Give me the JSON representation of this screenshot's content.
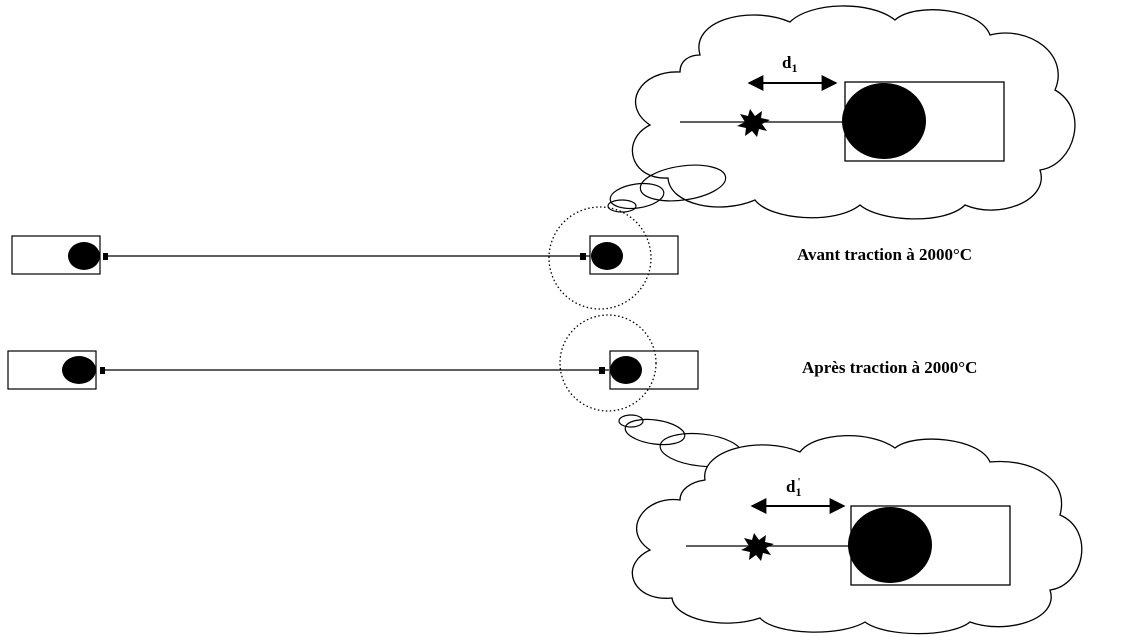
{
  "labels": {
    "before": "Avant traction à 2000°C",
    "after": "Après traction à 2000°C"
  },
  "distance": {
    "before": {
      "symbol": "d",
      "sub": "1",
      "prime": ""
    },
    "after": {
      "symbol": "d",
      "sub": "1",
      "prime": "'"
    }
  },
  "colors": {
    "ink": "#000000",
    "background": "#ffffff"
  }
}
